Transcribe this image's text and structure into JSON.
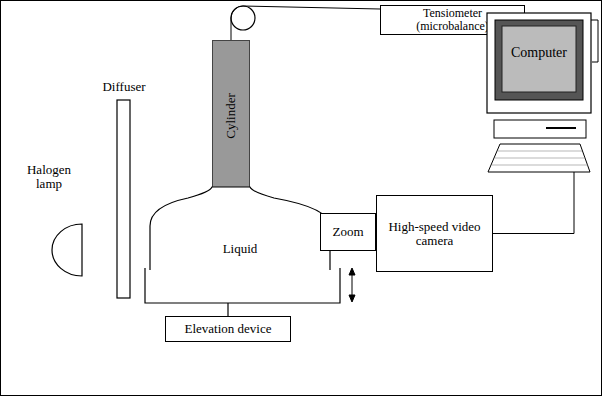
{
  "diagram": {
    "nodes": [
      {
        "text": [
          "Tensiometer",
          "(microbalance)"
        ]
      },
      {
        "text": [
          "Computer"
        ]
      },
      {
        "text": [
          "Cylinder"
        ]
      },
      {
        "text": [
          "Liquid"
        ]
      },
      {
        "text": [
          "Zoom"
        ]
      },
      {
        "text": [
          "High-speed video camera"
        ]
      },
      {
        "text": [
          "Elevation device"
        ]
      }
    ],
    "edges": [
      {
        "from": 0,
        "to": 2,
        "arrow": "none"
      },
      {
        "from": 0,
        "to": 1,
        "arrow": "none"
      },
      {
        "from": 5,
        "to": 1,
        "arrow": "none"
      }
    ],
    "labels": [
      "Halogen lamp",
      "Diffuser"
    ]
  }
}
